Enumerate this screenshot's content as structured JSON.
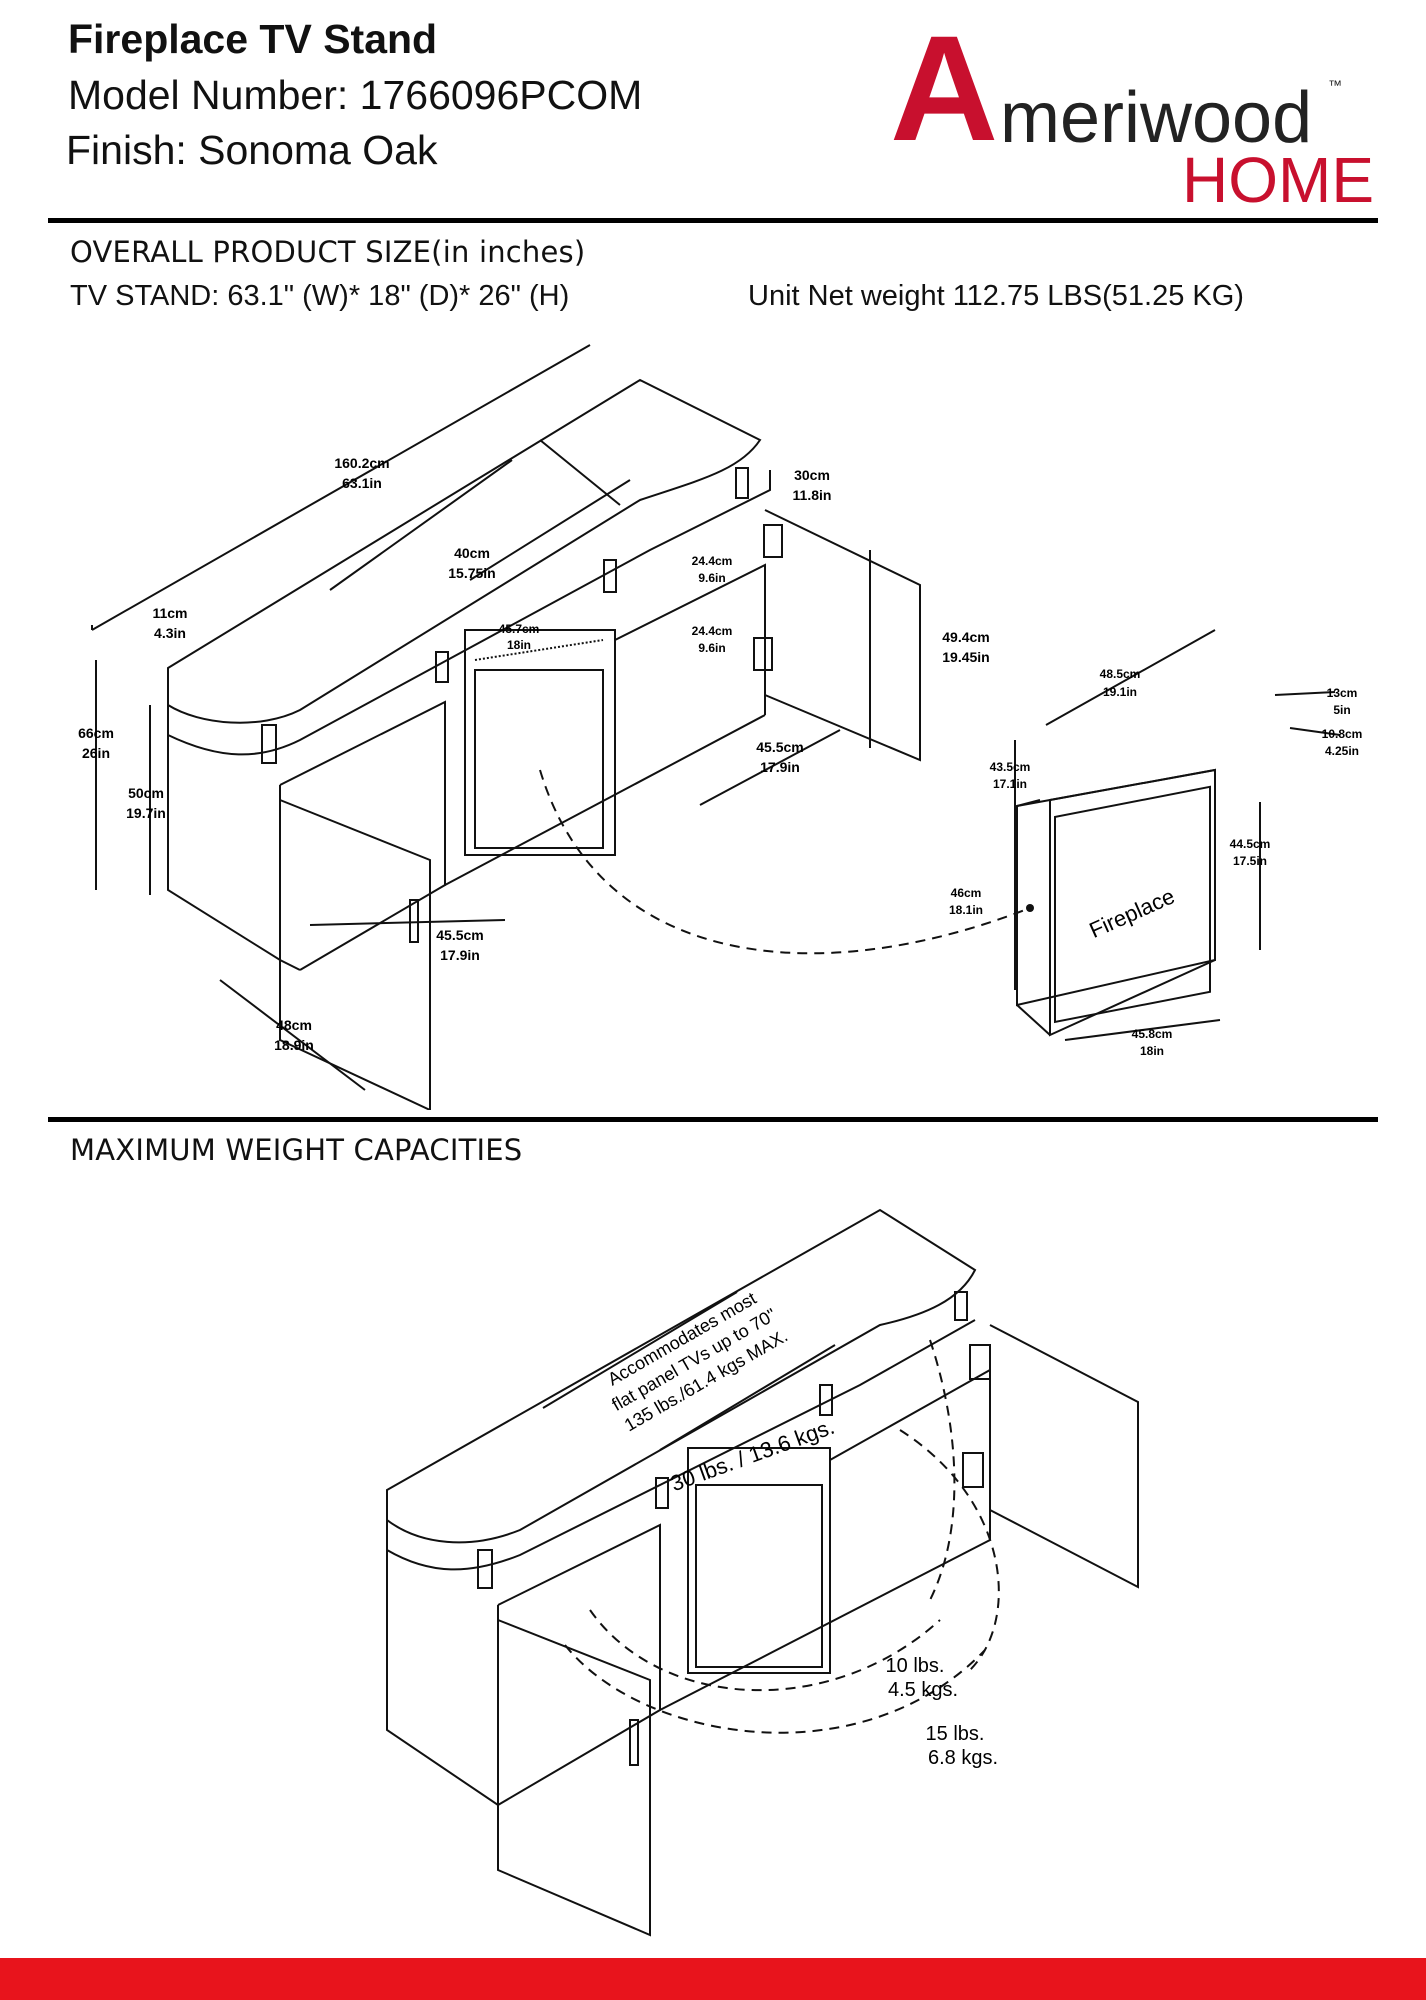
{
  "header": {
    "title": "Fireplace TV Stand",
    "model": "Model Number: 1766096PCOM",
    "finish": "Finish: Sonoma Oak"
  },
  "brand": {
    "first": "A",
    "rest": "meriwood",
    "sub": "HOME",
    "tm": "™",
    "color": "#c8102e"
  },
  "overall": {
    "heading": "OVERALL PRODUCT SIZE(in inches)",
    "stand": "TV STAND:   63.1\"  (W)* 18\"  (D)*  26\"  (H)",
    "weight": "Unit Net weight 112.75 LBS(51.25 KG)"
  },
  "dimension_labels": {
    "width_total": [
      "160.2cm",
      "63.1in"
    ],
    "shelf_depth": [
      "30cm",
      "11.8in"
    ],
    "center_width": [
      "40cm",
      "15.75in"
    ],
    "hinge_upper": [
      "24.4cm",
      "9.6in"
    ],
    "hinge_lower": [
      "24.4cm",
      "9.6in"
    ],
    "top_offset": [
      "11cm",
      "4.3in"
    ],
    "fire_opening": [
      "45.7cm",
      "18in"
    ],
    "door_height": [
      "49.4cm",
      "19.45in"
    ],
    "overall_height": [
      "66cm",
      "26in"
    ],
    "cabinet_height": [
      "50cm",
      "19.7in"
    ],
    "right_door_width": [
      "45.5cm",
      "17.9in"
    ],
    "left_door_width": [
      "45.5cm",
      "17.9in"
    ],
    "depth": [
      "48cm",
      "18.9in"
    ],
    "fp_top_width": [
      "48.5cm",
      "19.1in"
    ],
    "fp_depth_a": [
      "13cm",
      "5in"
    ],
    "fp_depth_b": [
      "10.8cm",
      "4.25in"
    ],
    "fp_side": [
      "43.5cm",
      "17.1in"
    ],
    "fp_front_height": [
      "44.5cm",
      "17.5in"
    ],
    "fp_height": [
      "46cm",
      "18.1in"
    ],
    "fp_bottom_width": [
      "45.8cm",
      "18in"
    ],
    "fp_label": "Fireplace"
  },
  "capacities": {
    "heading": "MAXIMUM WEIGHT CAPACITIES",
    "tv_note": [
      "Accommodates most",
      "flat panel TVs up to 70\"",
      "135 lbs./61.4 kgs MAX."
    ],
    "shelf_top": "30 lbs. / 13.6 kgs.",
    "cab_a": [
      "10 lbs.",
      "4.5 kgs."
    ],
    "cab_b": [
      "15 lbs.",
      "6.8 kgs."
    ]
  },
  "colors": {
    "accent": "#e8141c",
    "line": "#111111"
  }
}
